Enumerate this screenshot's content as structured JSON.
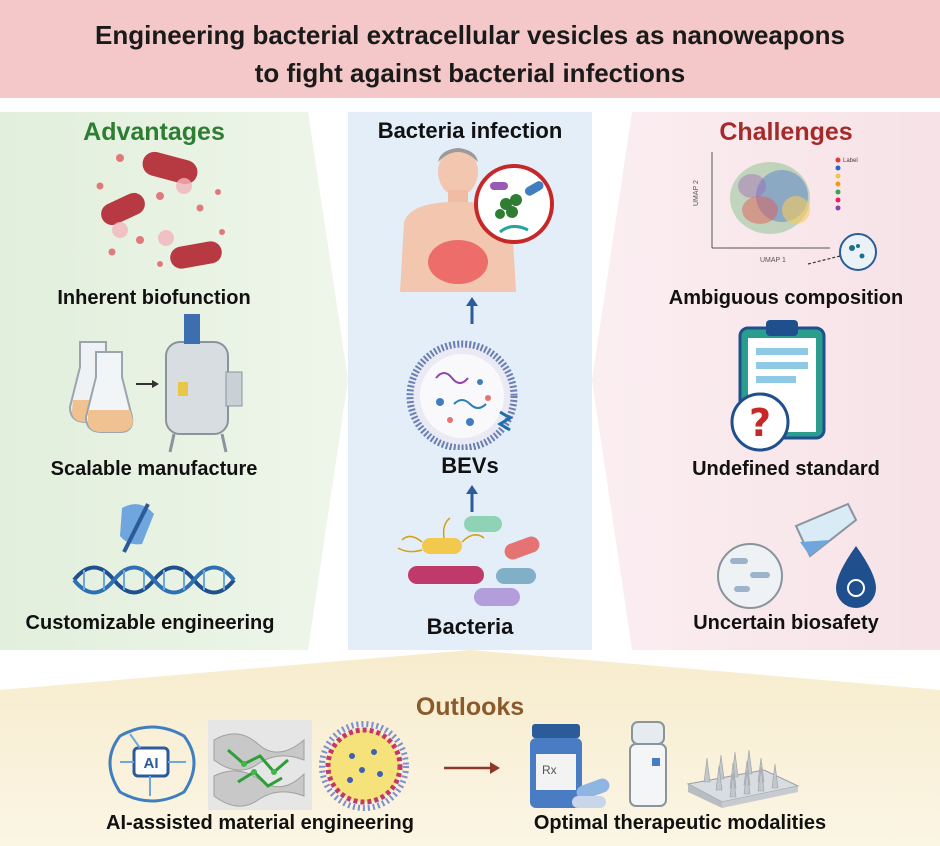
{
  "title": {
    "line1": "Engineering bacterial extracellular vesicles as nanoweapons",
    "line2": "to fight against bacterial infections"
  },
  "advantages": {
    "heading": "Advantages",
    "items": [
      "Inherent biofunction",
      "Scalable manufacture",
      "Customizable engineering"
    ]
  },
  "center": {
    "heading": "Bacteria infection",
    "bevs": "BEVs",
    "bacteria": "Bacteria"
  },
  "challenges": {
    "heading": "Challenges",
    "items": [
      "Ambiguous composition",
      "Undefined standard",
      "Uncertain biosafety"
    ],
    "umap": {
      "x_axis": "UMAP 1",
      "y_axis": "UMAP 2",
      "legend_label": "Label"
    }
  },
  "outlooks": {
    "heading": "Outlooks",
    "items": [
      "AI-assisted material engineering",
      "Optimal therapeutic modalities"
    ],
    "ai_badge": "AI",
    "rx_label": "Rx"
  },
  "colors": {
    "title_band": "#f4c8c8",
    "advantages_panel": "#e5f0e0",
    "center_panel": "#e3eef8",
    "challenges_panel": "#f8e6ea",
    "outlooks_panel": "#f7efd6",
    "advantages_text": "#2e7d32",
    "challenges_text": "#a52a2a",
    "outlooks_text": "#8b5a2b"
  },
  "icons": [
    "bacteria-lysis-icon",
    "bioreactor-icon",
    "flask-icon",
    "dna-hand-icon",
    "human-torso-icon",
    "vesicle-icon",
    "umap-plot-icon",
    "clipboard-question-icon",
    "biohazard-drop-icon",
    "ai-brain-icon",
    "protein-structure-icon",
    "nanoparticle-icon",
    "pill-bottle-icon",
    "inhaler-icon",
    "microneedle-patch-icon"
  ]
}
